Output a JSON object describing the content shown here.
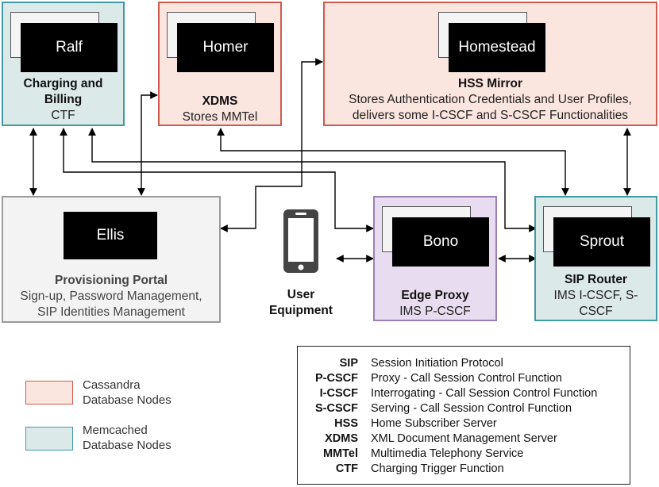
{
  "nodes": {
    "ralf": {
      "box_label": "Ralf",
      "title_line1": "Charging and",
      "title_line2": "Billing",
      "subtitle": "CTF"
    },
    "homer": {
      "box_label": "Homer",
      "title": "XDMS",
      "subtitle": "Stores MMTel"
    },
    "homestead": {
      "box_label": "Homestead",
      "title": "HSS Mirror",
      "subtitle_line1": "Stores Authentication Credentials and User Profiles,",
      "subtitle_line2": "delivers some I-CSCF and S-CSCF Functionalities"
    },
    "ellis": {
      "box_label": "Ellis",
      "title": "Provisioning Portal",
      "subtitle_line1": "Sign-up, Password Management,",
      "subtitle_line2": "SIP Identities Management"
    },
    "bono": {
      "box_label": "Bono",
      "title": "Edge Proxy",
      "subtitle": "IMS P-CSCF"
    },
    "sprout": {
      "box_label": "Sprout",
      "title": "SIP Router",
      "subtitle_line1": "IMS I-CSCF, S-",
      "subtitle_line2": "CSCF"
    }
  },
  "user_equipment": {
    "label_line1": "User",
    "label_line2": "Equipment",
    "icon": "smartphone-icon"
  },
  "legend": {
    "cassandra": {
      "line1": "Cassandra",
      "line2": "Database Nodes",
      "color": "#fbe5df",
      "border": "#cf5a50"
    },
    "memcached": {
      "line1": "Memcached",
      "line2": "Database Nodes",
      "color": "#dce9e9",
      "border": "#3f9aa4"
    }
  },
  "glossary": [
    {
      "abbr": "SIP",
      "definition": "Session Initiation Protocol"
    },
    {
      "abbr": "P-CSCF",
      "definition": "Proxy - Call Session Control Function"
    },
    {
      "abbr": "I-CSCF",
      "definition": "Interrogating - Call Session Control Function"
    },
    {
      "abbr": "S-CSCF",
      "definition": "Serving - Call Session Control Function"
    },
    {
      "abbr": "HSS",
      "definition": "Home Subscriber Server"
    },
    {
      "abbr": "XDMS",
      "definition": "XML Document Management Server"
    },
    {
      "abbr": "MMTel",
      "definition": "Multimedia Telephony Service"
    },
    {
      "abbr": "CTF",
      "definition": "Charging Trigger Function"
    }
  ]
}
